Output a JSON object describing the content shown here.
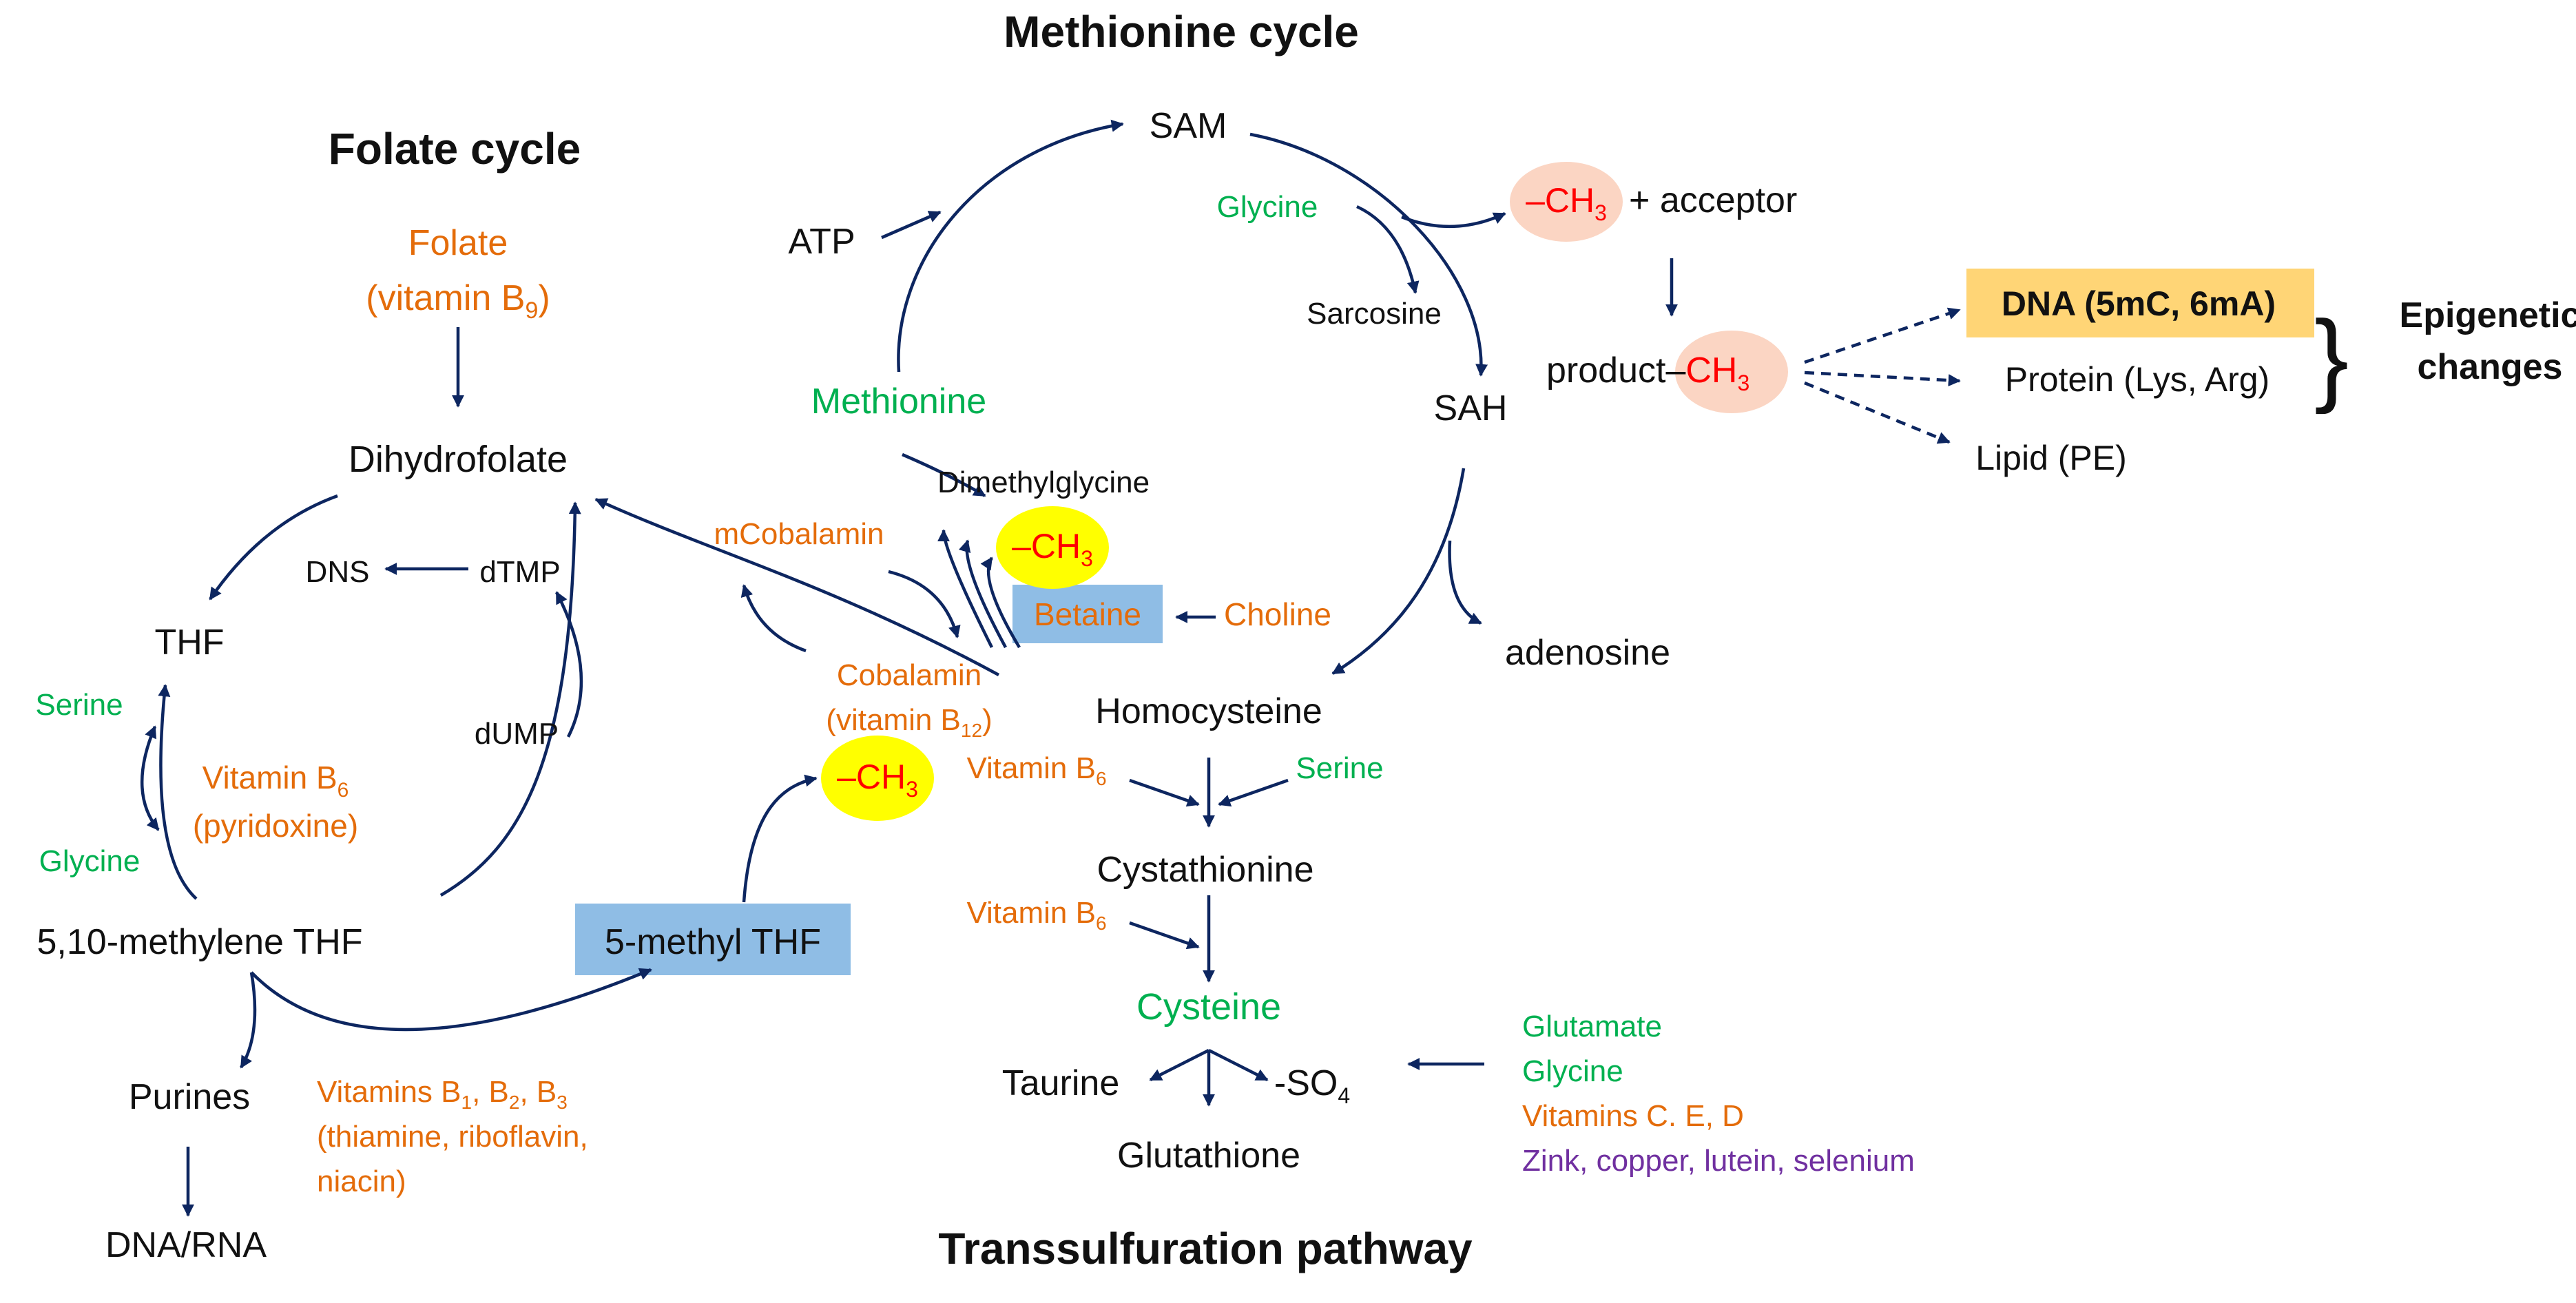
{
  "colors": {
    "black": "#111111",
    "orange": "#e46c0a",
    "green": "#00b050",
    "red": "#ff0000",
    "purple": "#7030a0",
    "arrow": "#0d2660",
    "blue_box": "#8fbde5",
    "yellow_oval": "#ffff00",
    "peach_oval": "#fbd5c3",
    "dna_box": "#ffd576"
  },
  "titles": {
    "folate_cycle": "Folate cycle",
    "methionine_cycle": "Methionine cycle",
    "transsulfuration": "Transsulfuration pathway",
    "epigenetic_line1": "Epigenetic",
    "epigenetic_line2": "changes"
  },
  "folate": {
    "folate": "Folate",
    "vitamin_b9_prefix": "(vitamin B",
    "vitamin_b9_sub": "9",
    "vitamin_b9_suffix": ")",
    "dihydrofolate": "Dihydrofolate",
    "dns": "DNS",
    "dtmp": "dTMP",
    "dump": "dUMP",
    "thf": "THF",
    "serine": "Serine",
    "glycine": "Glycine",
    "vitamin_b6": "Vitamin B",
    "b6_sub": "6",
    "pyridoxine": "(pyridoxine)",
    "methylene_thf": "5,10-methylene THF",
    "methyl_thf": "5-methyl THF",
    "purines": "Purines",
    "dna_rna": "DNA/RNA",
    "vitamins_b123_prefix": "Vitamins B",
    "b1_sub": "1",
    "b2_sub": "2",
    "b3_sub": "3",
    "comma": ", B",
    "thiamine_line": "(thiamine, riboflavin,",
    "niacin_line": "niacin)"
  },
  "methionine": {
    "sam": "SAM",
    "atp": "ATP",
    "glycine": "Glycine",
    "sarcosine": "Sarcosine",
    "sah": "SAH",
    "methionine": "Methionine",
    "dimethylglycine": "Dimethylglycine",
    "mcobalamin": "mCobalamin",
    "betaine": "Betaine",
    "choline": "Choline",
    "cobalamin": "Cobalamin",
    "vitamin_b12_prefix": "(vitamin B",
    "b12_sub": "12",
    "adenosine": "adenosine",
    "homocysteine": "Homocysteine",
    "methyl_dash": "–CH",
    "methyl_sub": "3",
    "acceptor": "+ acceptor",
    "product": "product–",
    "product_ch": "CH"
  },
  "epigenetics": {
    "dna": "DNA (5mC, 6mA)",
    "protein": "Protein (Lys, Arg)",
    "lipid": "Lipid (PE)"
  },
  "transsulfuration": {
    "vitamin_b6": "Vitamin B",
    "b6_sub": "6",
    "serine": "Serine",
    "cystathionine": "Cystathionine",
    "cysteine": "Cysteine",
    "taurine": "Taurine",
    "so4": "-SO",
    "so4_sub": "4",
    "glutathione": "Glutathione",
    "glutamate": "Glutamate",
    "glycine": "Glycine",
    "vitamins_ced": "Vitamins C. E, D",
    "minerals": "Zink, copper, lutein, selenium"
  }
}
